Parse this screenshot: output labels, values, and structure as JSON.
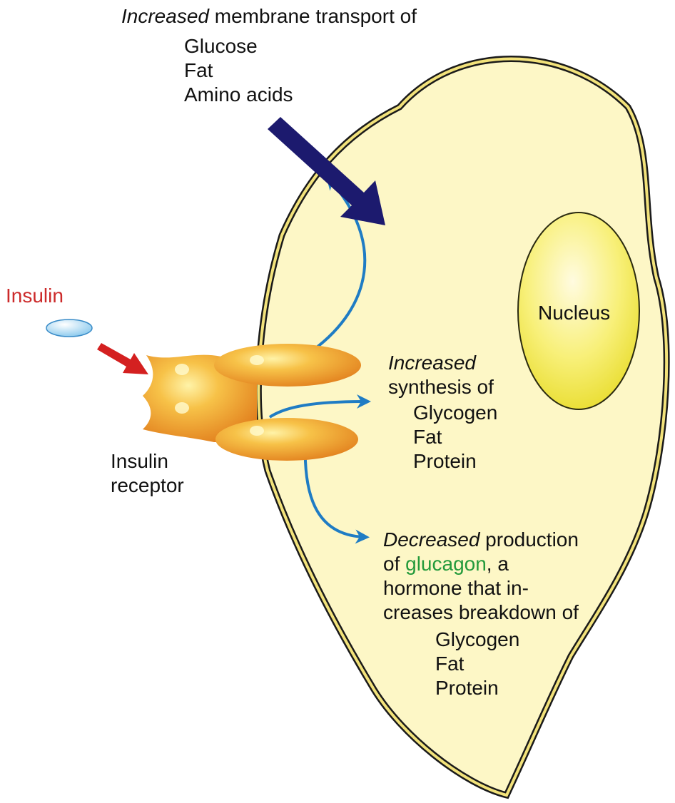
{
  "colors": {
    "cell_fill": "#fdf7c6",
    "cell_outline": "#1a1a1a",
    "membrane": "#f2e27a",
    "nucleus": "#f7ee4a",
    "transport_arrow": "#1c1a6e",
    "signal_arrows": "#1f7cc4",
    "insulin_arrow": "#d42020",
    "receptor": "#f0a030",
    "insulin_label": "#cc2a2a",
    "glucagon_word": "#239a3b"
  },
  "transport": {
    "emph": "Increased",
    "rest": " membrane transport of",
    "items": [
      "Glucose",
      "Fat",
      "Amino acids"
    ]
  },
  "insulin": {
    "label": "Insulin"
  },
  "receptor": {
    "line1": "Insulin",
    "line2": "receptor"
  },
  "nucleus": {
    "label": "Nucleus"
  },
  "synthesis": {
    "emph": "Increased",
    "line2": "synthesis of",
    "items": [
      "Glycogen",
      "Fat",
      "Protein"
    ]
  },
  "production": {
    "emph": "Decreased",
    "rest1": " production",
    "of": "of ",
    "glucagon": "glucagon",
    "rest2": ", a",
    "line3": "hormone that in-",
    "line4": "creases breakdown of",
    "items": [
      "Glycogen",
      "Fat",
      "Protein"
    ]
  }
}
